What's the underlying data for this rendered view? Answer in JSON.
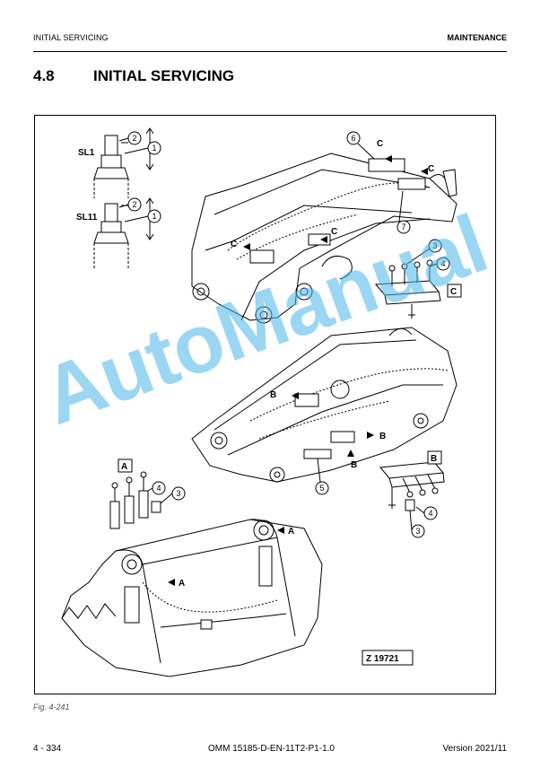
{
  "header": {
    "left": "INITIAL SERVICING",
    "right": "MAINTENANCE"
  },
  "section": {
    "number": "4.8",
    "title": "INITIAL SERVICING"
  },
  "figure": {
    "callouts": [
      "1",
      "2",
      "3",
      "4",
      "5",
      "6",
      "7"
    ],
    "letters": [
      "A",
      "B",
      "C"
    ],
    "sensor_labels": [
      "SL1",
      "SL11"
    ],
    "ref_box": "Z 19721",
    "caption": "Fig. 4-241"
  },
  "watermark": "AutoManual",
  "footer": {
    "page": "4 - 334",
    "doc": "OMM 15185-D-EN-11T2-P1-1.0",
    "version": "Version 2021/11"
  }
}
